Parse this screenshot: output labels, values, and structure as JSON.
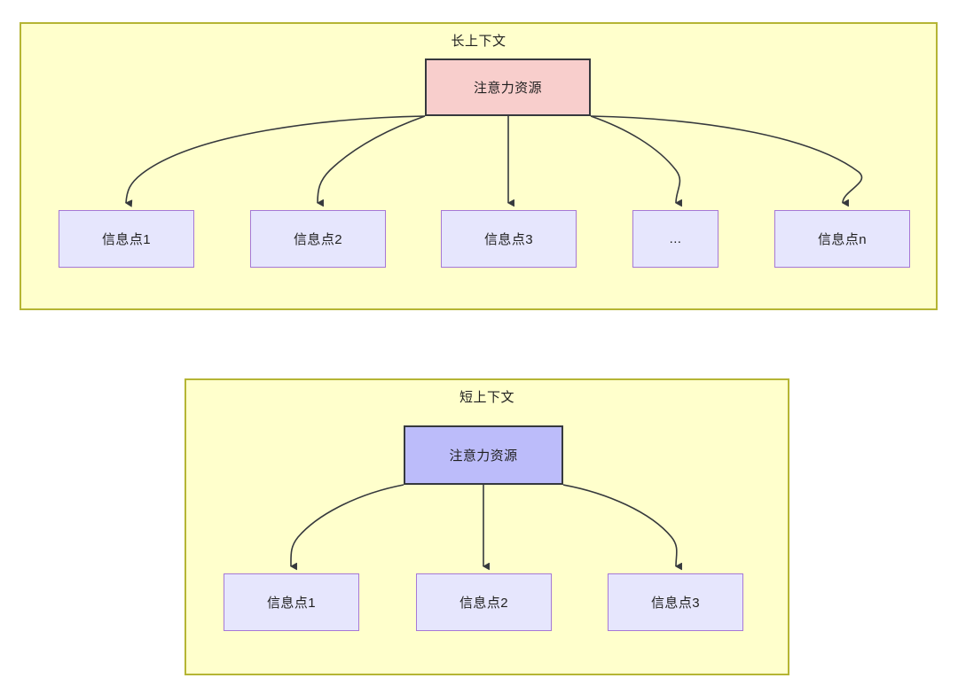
{
  "diagram": {
    "type": "tree-diagram",
    "panels": [
      {
        "id": "long-context",
        "title": "长上下文",
        "root": {
          "label": "注意力资源",
          "fill": "#f8cecc",
          "stroke": "#36393d"
        },
        "leaves": [
          {
            "label": "信息点1"
          },
          {
            "label": "信息点2"
          },
          {
            "label": "信息点3"
          },
          {
            "label": "..."
          },
          {
            "label": "信息点n"
          }
        ],
        "panel_fill": "#ffffcc",
        "panel_stroke": "#b5b534"
      },
      {
        "id": "short-context",
        "title": "短上下文",
        "root": {
          "label": "注意力资源",
          "fill": "#bcbcfa",
          "stroke": "#36393d"
        },
        "leaves": [
          {
            "label": "信息点1"
          },
          {
            "label": "信息点2"
          },
          {
            "label": "信息点3"
          }
        ],
        "panel_fill": "#ffffcc",
        "panel_stroke": "#b5b534"
      }
    ],
    "leaf_style": {
      "fill": "#e6e6fd",
      "stroke": "#a678d6"
    },
    "edge_color": "#36393d"
  }
}
